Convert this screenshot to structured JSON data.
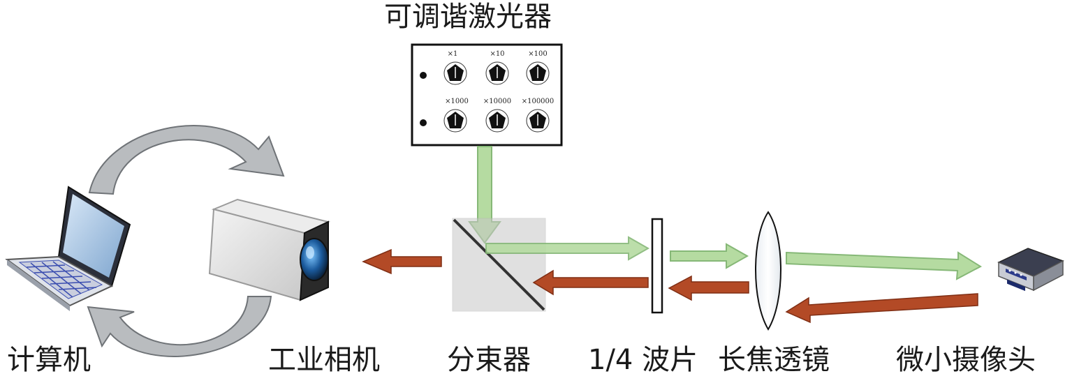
{
  "title": "可调谐激光器",
  "labels": {
    "computer": "计算机",
    "camera": "工业相机",
    "splitter": "分束器",
    "waveplate": "1/4 波片",
    "lens": "长焦透镜",
    "micro_camera": "微小摄像头"
  },
  "laser_panel": {
    "dials": [
      "×1",
      "×10",
      "×100",
      "×1000",
      "×10000",
      "×100000"
    ]
  },
  "colors": {
    "green_beam": "#b5dba1",
    "green_beam_edge": "#86b877",
    "red_beam": "#b34a26",
    "red_beam_edge": "#7f2e14",
    "loop_arrow": "#b9bcbf"
  },
  "icons": [
    "laptop-icon",
    "industrial-camera-icon",
    "micro-camera-icon"
  ]
}
